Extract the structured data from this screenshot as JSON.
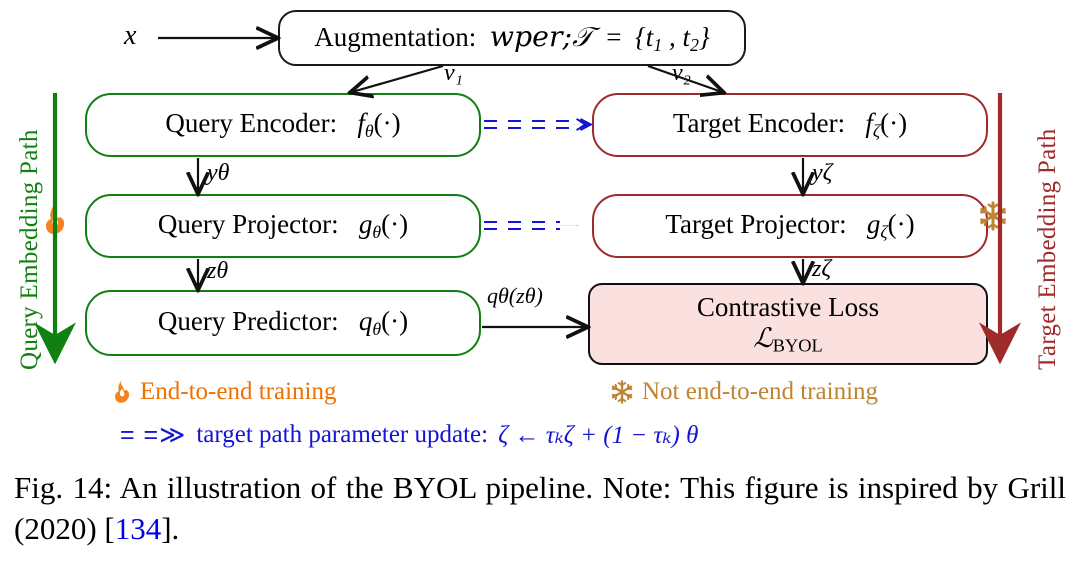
{
  "figure": {
    "input_label": "x",
    "boxes": {
      "augmentation": {
        "prefix": "Augmentation:",
        "symbol": "T",
        "equals": "=",
        "set": "{t₁, t₂}",
        "full": "Augmentation:  𝒯 = {t₁ , t₂}"
      },
      "query_encoder": {
        "label": "Query Encoder:",
        "fn": "f",
        "sub": "θ",
        "arg": "(·)"
      },
      "target_encoder": {
        "label": "Target Encoder:",
        "fn": "f",
        "sub": "ζ",
        "arg": "(·)"
      },
      "query_projector": {
        "label": "Query Projector:",
        "fn": "g",
        "sub": "θ",
        "arg": "(·)"
      },
      "target_projector": {
        "label": "Target Projector:",
        "fn": "g",
        "sub": "ζ",
        "arg": "(·)"
      },
      "query_predictor": {
        "label": "Query Predictor:",
        "fn": "q",
        "sub": "θ",
        "arg": "(·)"
      },
      "contrastive_loss": {
        "line1": "Contrastive Loss",
        "line2_symbol": "ℒ",
        "line2_sub": "BYOL"
      }
    },
    "edge_labels": {
      "v1": "v₁",
      "v2": "v₂",
      "y_theta": "yθ",
      "y_zeta": "yζ",
      "z_theta": "zθ",
      "z_zeta": "zζ",
      "q_theta_z_theta": "qθ(zθ)"
    },
    "side_paths": {
      "left": "Query Embedding Path",
      "right": "Target Embedding Path"
    },
    "legend": {
      "fire_label": "End-to-end training",
      "snow_label": "Not end-to-end training",
      "update_arrow": "= =≫",
      "update_text": "target path parameter update:",
      "update_formula": "ζ ← τₖζ + (1 − τₖ) θ"
    },
    "icons": {
      "fire": "flame-icon",
      "snow": "snowflake-icon"
    },
    "colors": {
      "query_green": "#108010",
      "target_red": "#9e2a2a",
      "update_blue": "#1414d2",
      "fire_orange": "#f07000",
      "snow_tan": "#bd8432",
      "loss_fill": "#fbe0e0",
      "reference_blue": "#0000ee"
    }
  },
  "caption": {
    "part1": "Fig. 14: An illustration of the BYOL pipeline. Note: This figure is inspired by Grill (2020) [",
    "reference": "134",
    "part2": "]."
  }
}
